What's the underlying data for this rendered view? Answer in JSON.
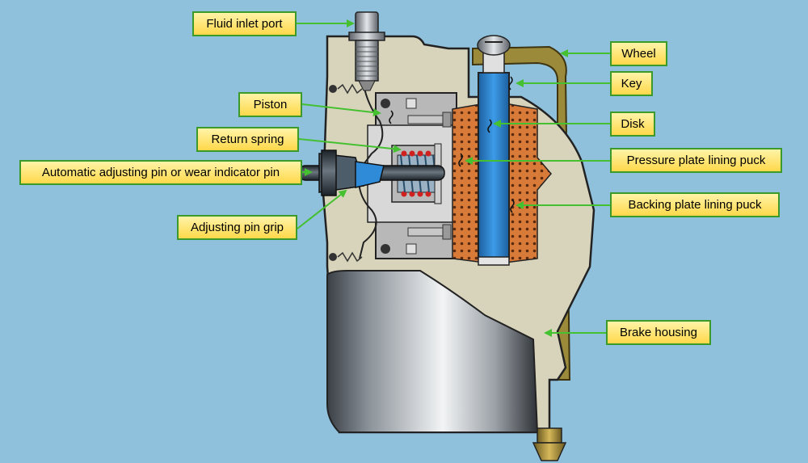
{
  "labels": {
    "fluid_inlet_port": "Fluid inlet port",
    "piston": "Piston",
    "return_spring": "Return spring",
    "adjusting_pin": "Automatic adjusting pin or wear indicator pin",
    "adjusting_pin_grip": "Adjusting pin grip",
    "wheel": "Wheel",
    "key": "Key",
    "disk": "Disk",
    "pressure_plate_lining_puck": "Pressure plate lining puck",
    "backing_plate_lining_puck": "Backing plate lining puck",
    "brake_housing": "Brake housing"
  },
  "colors": {
    "background": "#8fc0dc",
    "housing": "#d8d4bc",
    "wheel": "#9a8a3a",
    "disk": "#2f8ad8",
    "lining": "#d87a38",
    "spring": "#d02020",
    "label_fill": "#ffd84a",
    "label_border": "#3c9a2a",
    "leader": "#44c030"
  }
}
